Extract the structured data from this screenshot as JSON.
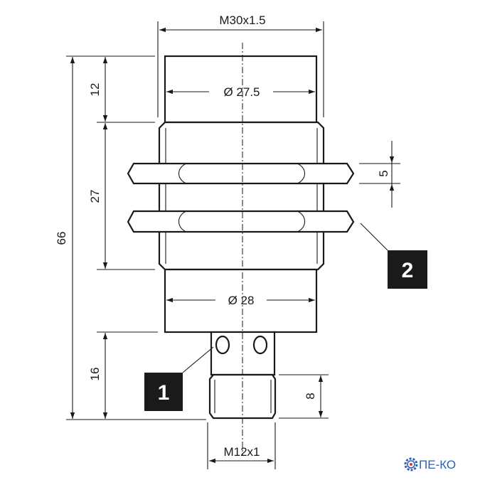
{
  "dimensions": {
    "thread_main": "M30x1.5",
    "diameter_top": "Ø 27.5",
    "diameter_body": "Ø 28",
    "height_top": "12",
    "height_thread": "27",
    "height_total": "66",
    "height_connector": "16",
    "height_connector_thread": "8",
    "nut_thickness": "5",
    "thread_connector": "M12x1"
  },
  "callouts": {
    "first": "1",
    "second": "2"
  },
  "logo": {
    "text": "ПЕ-КО",
    "icon": "gear-icon",
    "color": "#2f62b5"
  }
}
